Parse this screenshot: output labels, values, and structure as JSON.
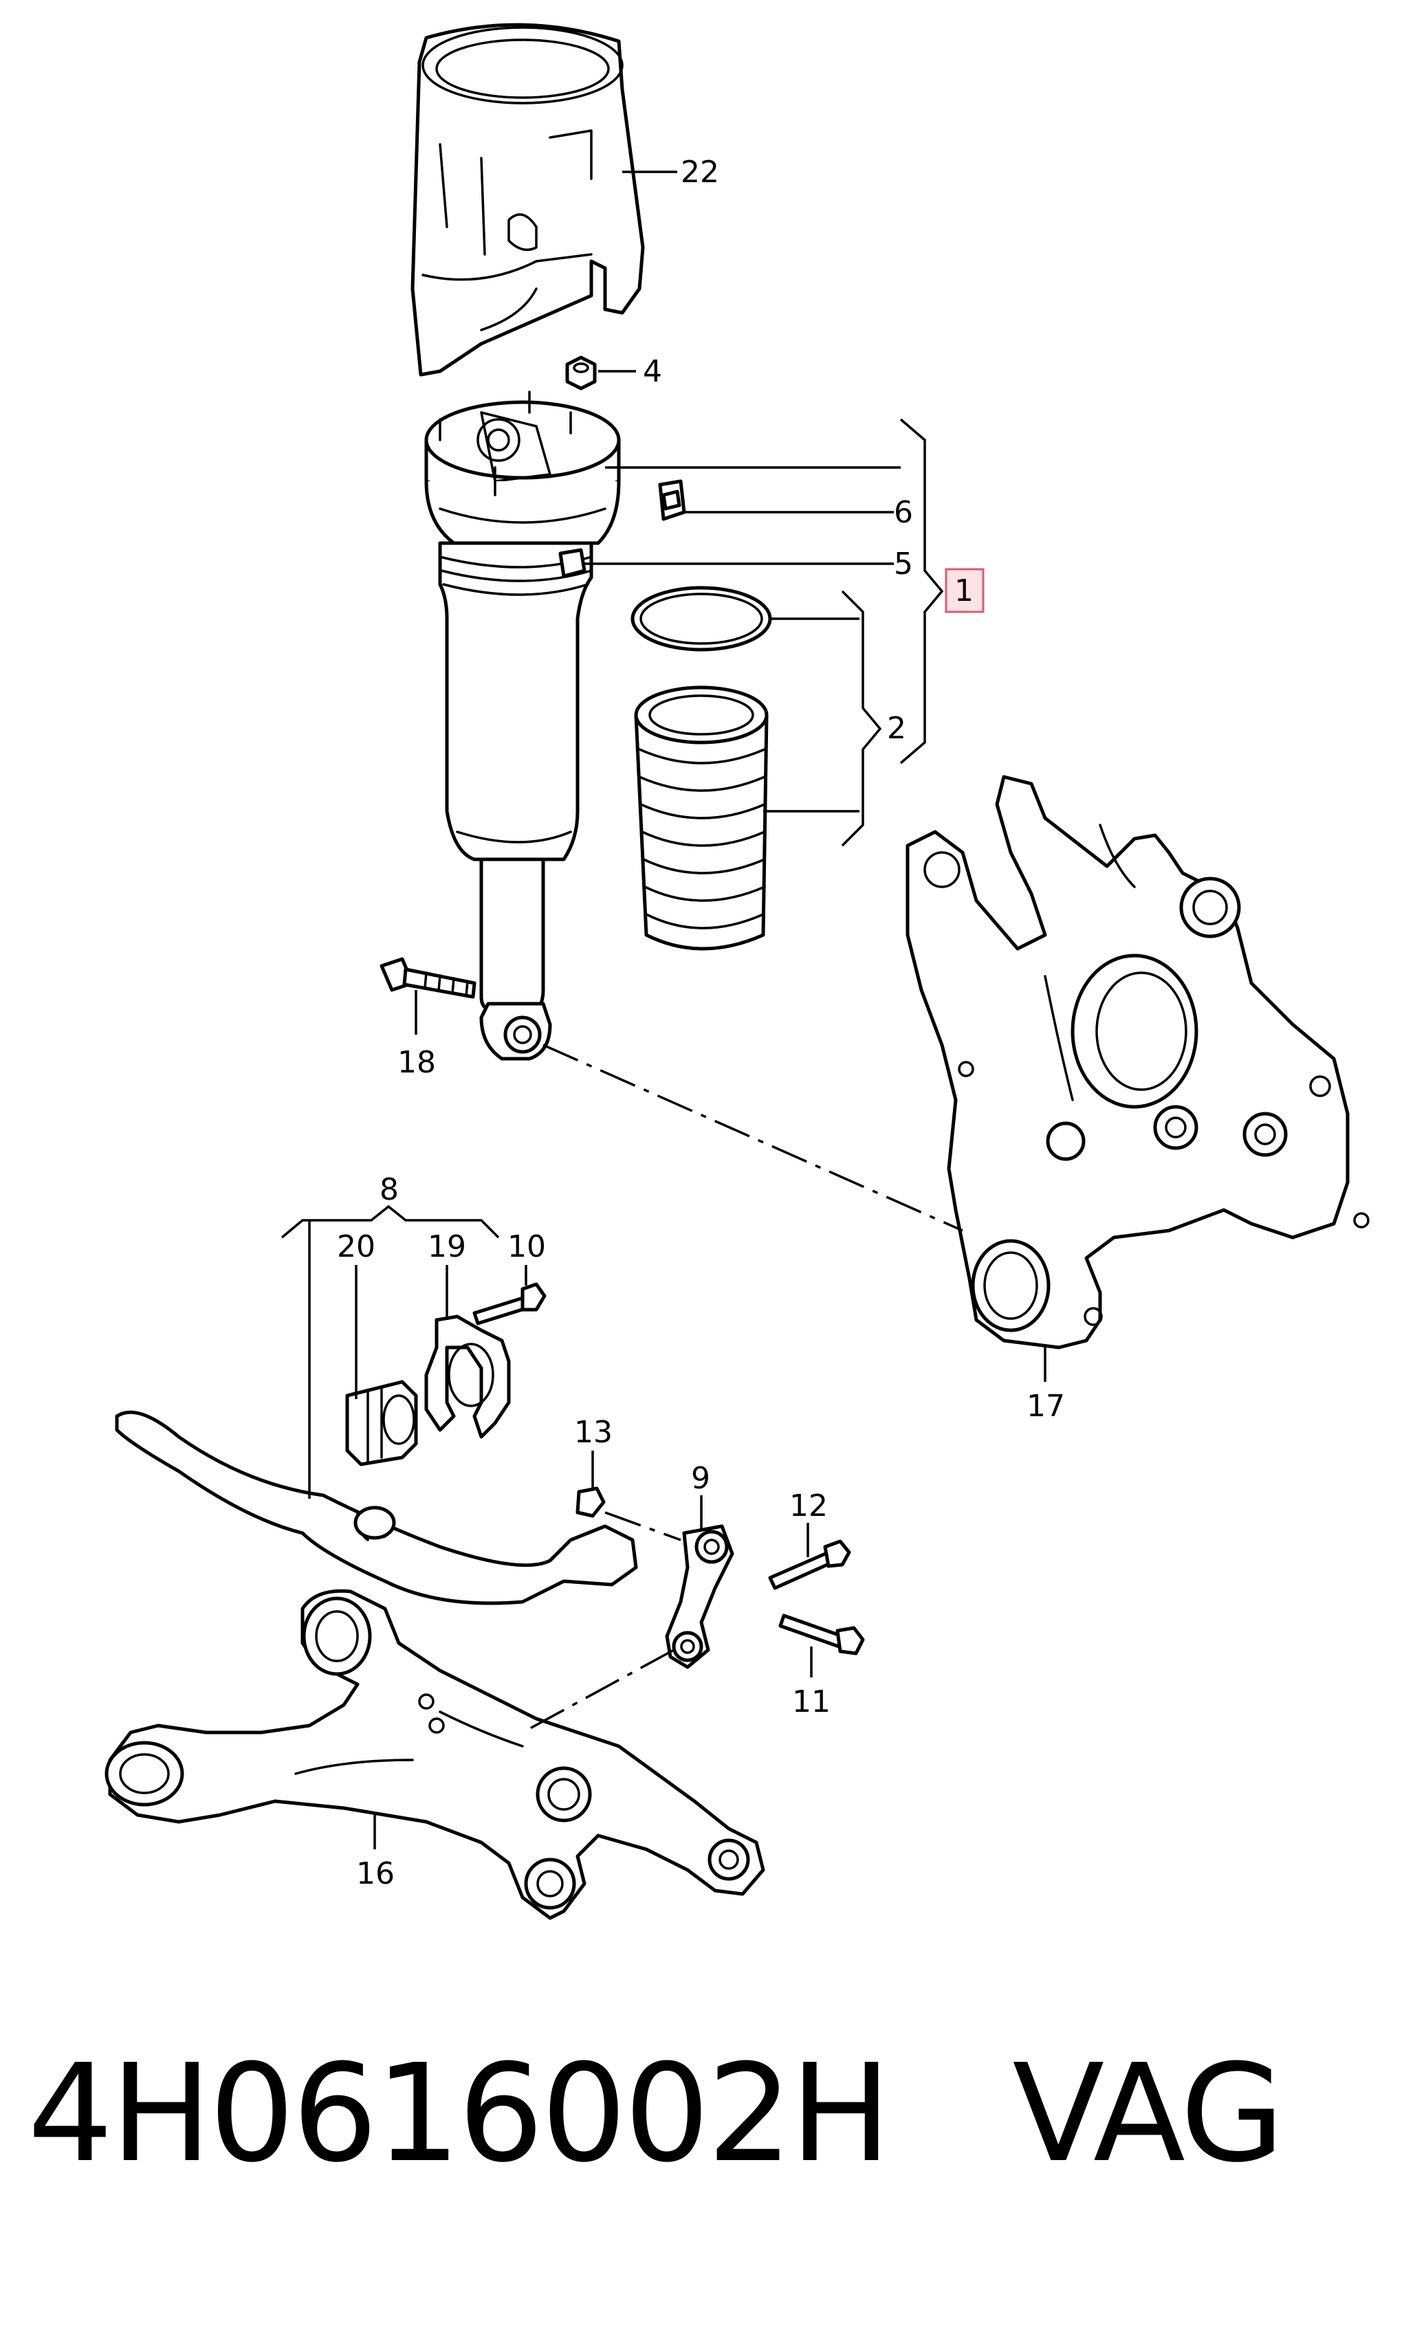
{
  "caption": {
    "part_number": "4H0616002H",
    "brand": "VAG"
  },
  "callouts": {
    "c22": "22",
    "c4": "4",
    "c6": "6",
    "c5": "5",
    "c1": "1",
    "c2": "2",
    "c18": "18",
    "c8": "8",
    "c20": "20",
    "c19": "19",
    "c10": "10",
    "c17": "17",
    "c13": "13",
    "c9": "9",
    "c12": "12",
    "c11": "11",
    "c16": "16"
  },
  "highlighted_callout": "1",
  "colors": {
    "line": "#000000",
    "highlight_fill": "#fde2e6",
    "highlight_border": "#e05a70"
  }
}
